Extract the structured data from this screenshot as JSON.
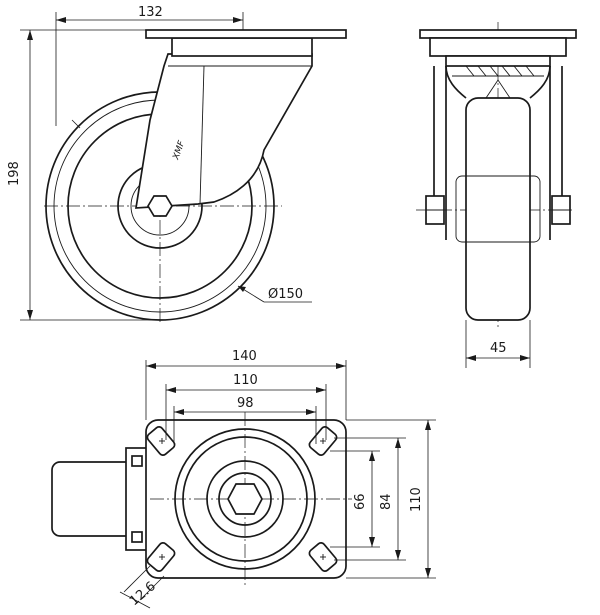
{
  "drawing": {
    "dimensions": {
      "mount_plate_offset": "132",
      "overall_height": "198",
      "wheel_diameter": "Ø150",
      "wheel_width": "45",
      "plate_length": "140",
      "hole_spacing_outer": "110",
      "hole_spacing_inner": "98",
      "hole_spacing_side_inner": "66",
      "hole_spacing_side_mid": "84",
      "hole_spacing_side_outer": "110",
      "slot_width": "12.6"
    },
    "fork_logo_text": "XMF"
  }
}
